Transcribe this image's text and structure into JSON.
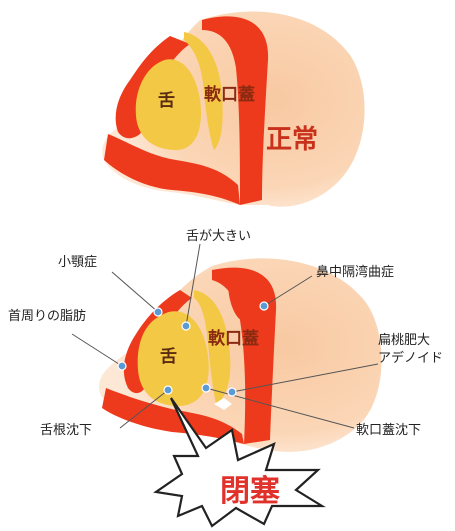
{
  "normal": {
    "tongue_label": "舌",
    "soft_palate_label": "軟口蓋",
    "state_label": "正常"
  },
  "obstructed": {
    "tongue_label": "舌",
    "soft_palate_label": "軟口蓋",
    "callouts": {
      "large_tongue": "舌が大きい",
      "micrognathia": "小顎症",
      "neck_fat": "首周りの脂肪",
      "glossoptosis": "舌根沈下",
      "septum_deviation": "鼻中隔湾曲症",
      "tonsils_line1": "扁桃肥大",
      "tonsils_line2": "アデノイド",
      "soft_palate_drop": "軟口蓋沈下"
    },
    "burst_label": "閉塞"
  },
  "colors": {
    "skin": "#fcd9b8",
    "skin_dark": "#f5b98c",
    "tissue": "#ee3a1c",
    "tongue": "#f3c844",
    "palate_text": "#8a2a10",
    "state_text": "#c8321a",
    "burst_text": "#e0322a",
    "marker": "#5b9bd5",
    "leader": "#555555"
  }
}
